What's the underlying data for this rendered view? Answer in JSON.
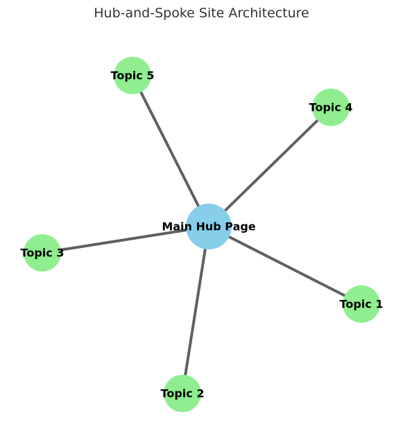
{
  "title": "Hub-and-Spoke Site Architecture",
  "colors": {
    "hub_fill": "#87CEEB",
    "topic_fill": "#90EE90",
    "edge": "#606060",
    "title_text": "#333333",
    "label_text": "#000000"
  },
  "diagram": {
    "hub": {
      "label": "Main Hub Page"
    },
    "topics": [
      {
        "label": "Topic 1"
      },
      {
        "label": "Topic 2"
      },
      {
        "label": "Topic 3"
      },
      {
        "label": "Topic 4"
      },
      {
        "label": "Topic 5"
      }
    ]
  }
}
